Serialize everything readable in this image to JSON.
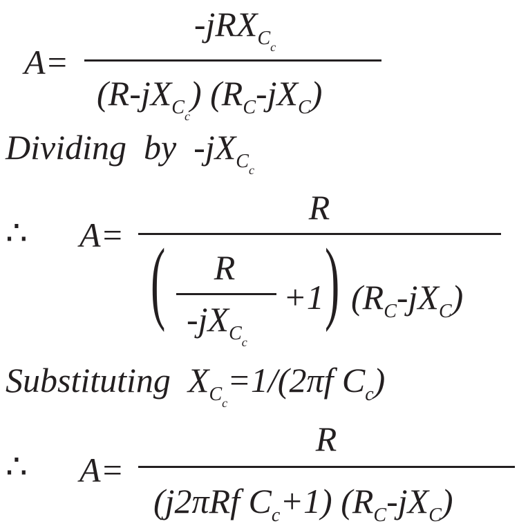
{
  "eq1": {
    "lhs": "A=",
    "numerator": [
      [
        "-jRX",
        0
      ],
      [
        "C",
        1
      ],
      [
        "c",
        2
      ]
    ],
    "denominator": [
      [
        "(R-jX",
        0
      ],
      [
        "C",
        1
      ],
      [
        "c",
        2
      ],
      [
        ")",
        0
      ],
      [
        " (R",
        0
      ],
      [
        "C",
        1
      ],
      [
        "-jX",
        0
      ],
      [
        "C",
        1
      ],
      [
        ")",
        0
      ]
    ]
  },
  "step1": [
    [
      "Dividing  by  -jX",
      0
    ],
    [
      "C",
      1
    ],
    [
      "c",
      2
    ]
  ],
  "eq2": {
    "therefore": "∴",
    "lhs": "A=",
    "numerator": [
      [
        "R",
        0
      ]
    ],
    "open_paren": "(",
    "close_paren": ")",
    "inner_numerator": [
      [
        "R",
        0
      ]
    ],
    "inner_denominator": [
      [
        "-jX",
        0
      ],
      [
        "C",
        1
      ],
      [
        "c",
        2
      ]
    ],
    "plus_one": "+1",
    "factor": [
      [
        "(R",
        0
      ],
      [
        "C",
        1
      ],
      [
        "-jX",
        0
      ],
      [
        "C",
        1
      ],
      [
        ")",
        0
      ]
    ]
  },
  "step2": [
    [
      "Substituting  X",
      0
    ],
    [
      "C",
      1
    ],
    [
      "c",
      2
    ],
    [
      "=1/(2πf C",
      0
    ],
    [
      "c",
      1
    ],
    [
      ")",
      0
    ]
  ],
  "eq3": {
    "therefore": "∴",
    "lhs": "A=",
    "numerator": [
      [
        "R",
        0
      ]
    ],
    "denominator": [
      [
        "(j2πRf C",
        0
      ],
      [
        "c",
        1
      ],
      [
        "+1) (R",
        0
      ],
      [
        "C",
        1
      ],
      [
        "-jX",
        0
      ],
      [
        "C",
        1
      ],
      [
        ")",
        0
      ]
    ]
  }
}
